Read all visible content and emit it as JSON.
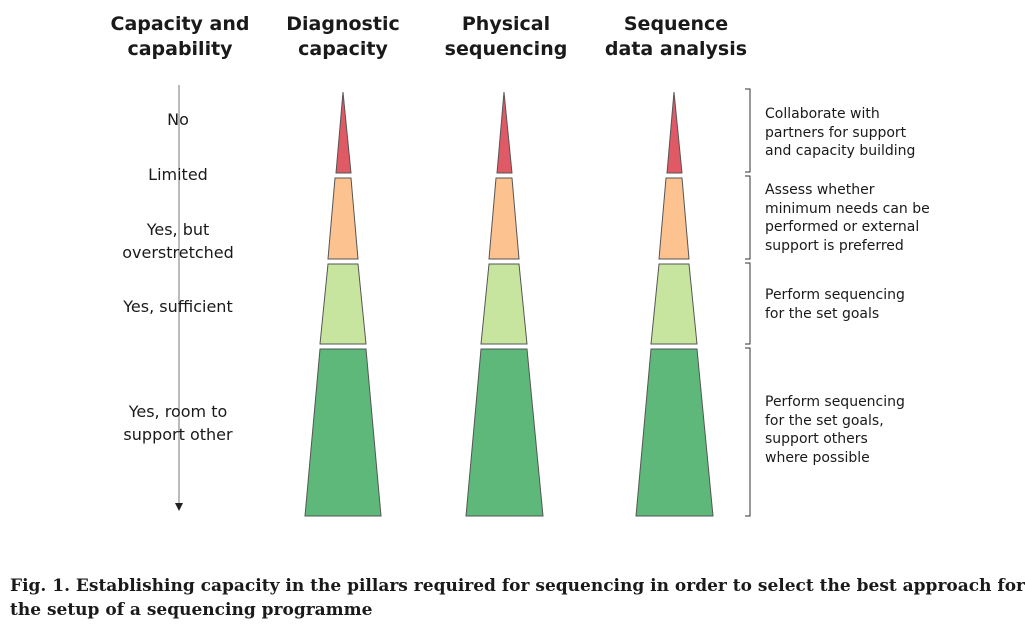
{
  "headers": [
    {
      "line1": "Capacity and",
      "line2": "capability"
    },
    {
      "line1": "Diagnostic",
      "line2": "capacity"
    },
    {
      "line1": "Physical",
      "line2": "sequencing"
    },
    {
      "line1": "Sequence",
      "line2": "data analysis"
    }
  ],
  "levels": [
    {
      "line1": "No",
      "line2": ""
    },
    {
      "line1": "Limited",
      "line2": ""
    },
    {
      "line1": "Yes, but",
      "line2": "overstretched"
    },
    {
      "line1": "Yes, sufficient",
      "line2": ""
    },
    {
      "line1": "Yes, room to",
      "line2": "support other"
    }
  ],
  "notes": [
    [
      "Collaborate with",
      "partners for support",
      "and capacity building"
    ],
    [
      "Assess whether",
      "minimum needs can be",
      "performed or external",
      "support is preferred"
    ],
    [
      "Perform sequencing",
      "for the set goals"
    ],
    [
      "Perform sequencing",
      "for the set goals,",
      "support others",
      "where possible"
    ]
  ],
  "colors": {
    "red": "#e05a66",
    "orange": "#fcc28f",
    "light_green": "#c7e59e",
    "green": "#5db87a",
    "stroke": "#555555"
  },
  "caption": {
    "line1": "Fig. 1. Establishing capacity in the pillars required for sequencing in order to select the best approach for",
    "line2": "the setup of a sequencing programme"
  }
}
